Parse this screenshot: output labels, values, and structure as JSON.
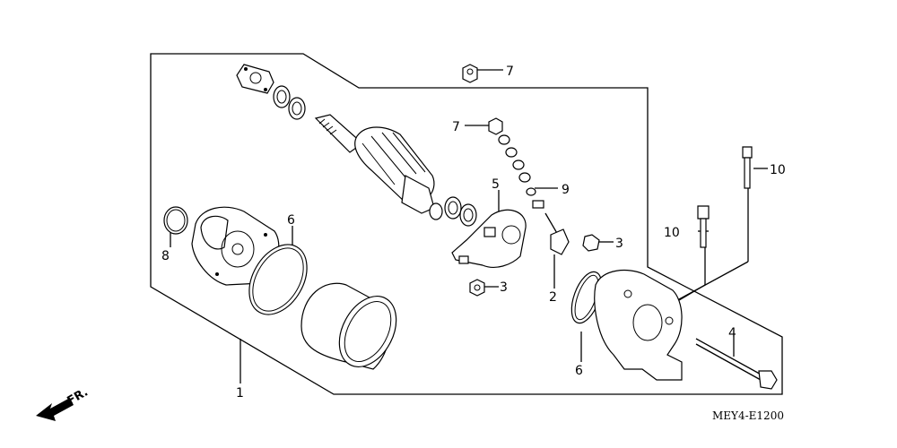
{
  "diagram": {
    "code": "MEY4-E1200",
    "front_label": "FR.",
    "callouts": [
      {
        "id": "c1",
        "text": "1"
      },
      {
        "id": "c2",
        "text": "2"
      },
      {
        "id": "c3a",
        "text": "3"
      },
      {
        "id": "c3b",
        "text": "3"
      },
      {
        "id": "c4",
        "text": "4"
      },
      {
        "id": "c5",
        "text": "5"
      },
      {
        "id": "c6a",
        "text": "6"
      },
      {
        "id": "c6b",
        "text": "6"
      },
      {
        "id": "c7a",
        "text": "7"
      },
      {
        "id": "c7b",
        "text": "7"
      },
      {
        "id": "c8",
        "text": "8"
      },
      {
        "id": "c9",
        "text": "9"
      },
      {
        "id": "c10a",
        "text": "10"
      },
      {
        "id": "c10b",
        "text": "10"
      }
    ]
  }
}
